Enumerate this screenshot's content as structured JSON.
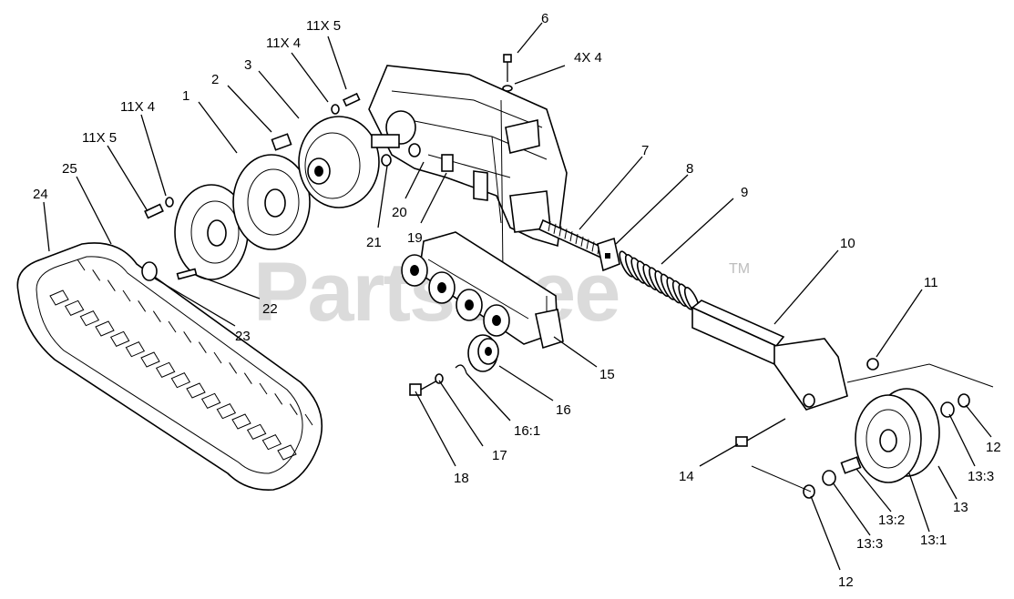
{
  "watermark": {
    "text": "PartsTree",
    "trademark": "TM"
  },
  "callouts": [
    {
      "text": "1"
    },
    {
      "text": "2"
    },
    {
      "text": "3"
    },
    {
      "text": "11X 4"
    },
    {
      "text": "11X 5"
    },
    {
      "text": "6"
    },
    {
      "text": "4X 4"
    },
    {
      "text": "11X 4"
    },
    {
      "text": "11X 5"
    },
    {
      "text": "25"
    },
    {
      "text": "24"
    },
    {
      "text": "7"
    },
    {
      "text": "8"
    },
    {
      "text": "9"
    },
    {
      "text": "10"
    },
    {
      "text": "11"
    },
    {
      "text": "20"
    },
    {
      "text": "19"
    },
    {
      "text": "21"
    },
    {
      "text": "22"
    },
    {
      "text": "23"
    },
    {
      "text": "15"
    },
    {
      "text": "16"
    },
    {
      "text": "16:1"
    },
    {
      "text": "17"
    },
    {
      "text": "18"
    },
    {
      "text": "14"
    },
    {
      "text": "12"
    },
    {
      "text": "13:3"
    },
    {
      "text": "13"
    },
    {
      "text": "13:2"
    },
    {
      "text": "13:1"
    },
    {
      "text": "13:3"
    },
    {
      "text": "12"
    }
  ]
}
